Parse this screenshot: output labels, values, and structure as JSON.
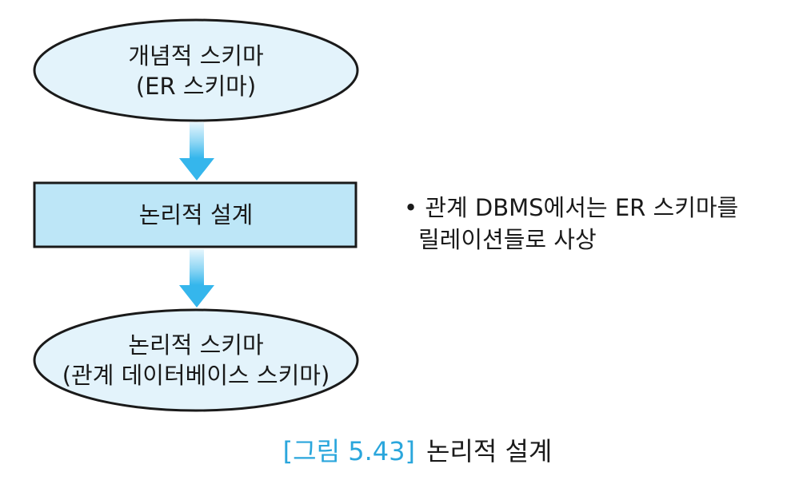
{
  "diagram": {
    "nodes": [
      {
        "id": "conceptual",
        "shape": "ellipse",
        "line1": "개념적 스키마",
        "line2": "(ER 스키마)"
      },
      {
        "id": "logical-design",
        "shape": "rectangle",
        "line1": "논리적 설계"
      },
      {
        "id": "logical",
        "shape": "ellipse",
        "line1": "논리적 스키마",
        "line2": "(관계 데이터베이스 스키마)"
      }
    ],
    "edges": [
      {
        "from": "conceptual",
        "to": "logical-design"
      },
      {
        "from": "logical-design",
        "to": "logical"
      }
    ],
    "note": {
      "bullet": "•",
      "line1": "관계 DBMS에서는 ER 스키마를",
      "line2": "릴레이션들로 사상"
    },
    "caption": {
      "label": "[그림 5.43]",
      "title": "논리적 설계"
    },
    "colors": {
      "ellipse_fill": "#e3f3fb",
      "rect_fill": "#bde6f7",
      "arrow": "#3bb8ec",
      "caption_label": "#2aa6dc",
      "stroke": "#1a1a1a"
    }
  }
}
